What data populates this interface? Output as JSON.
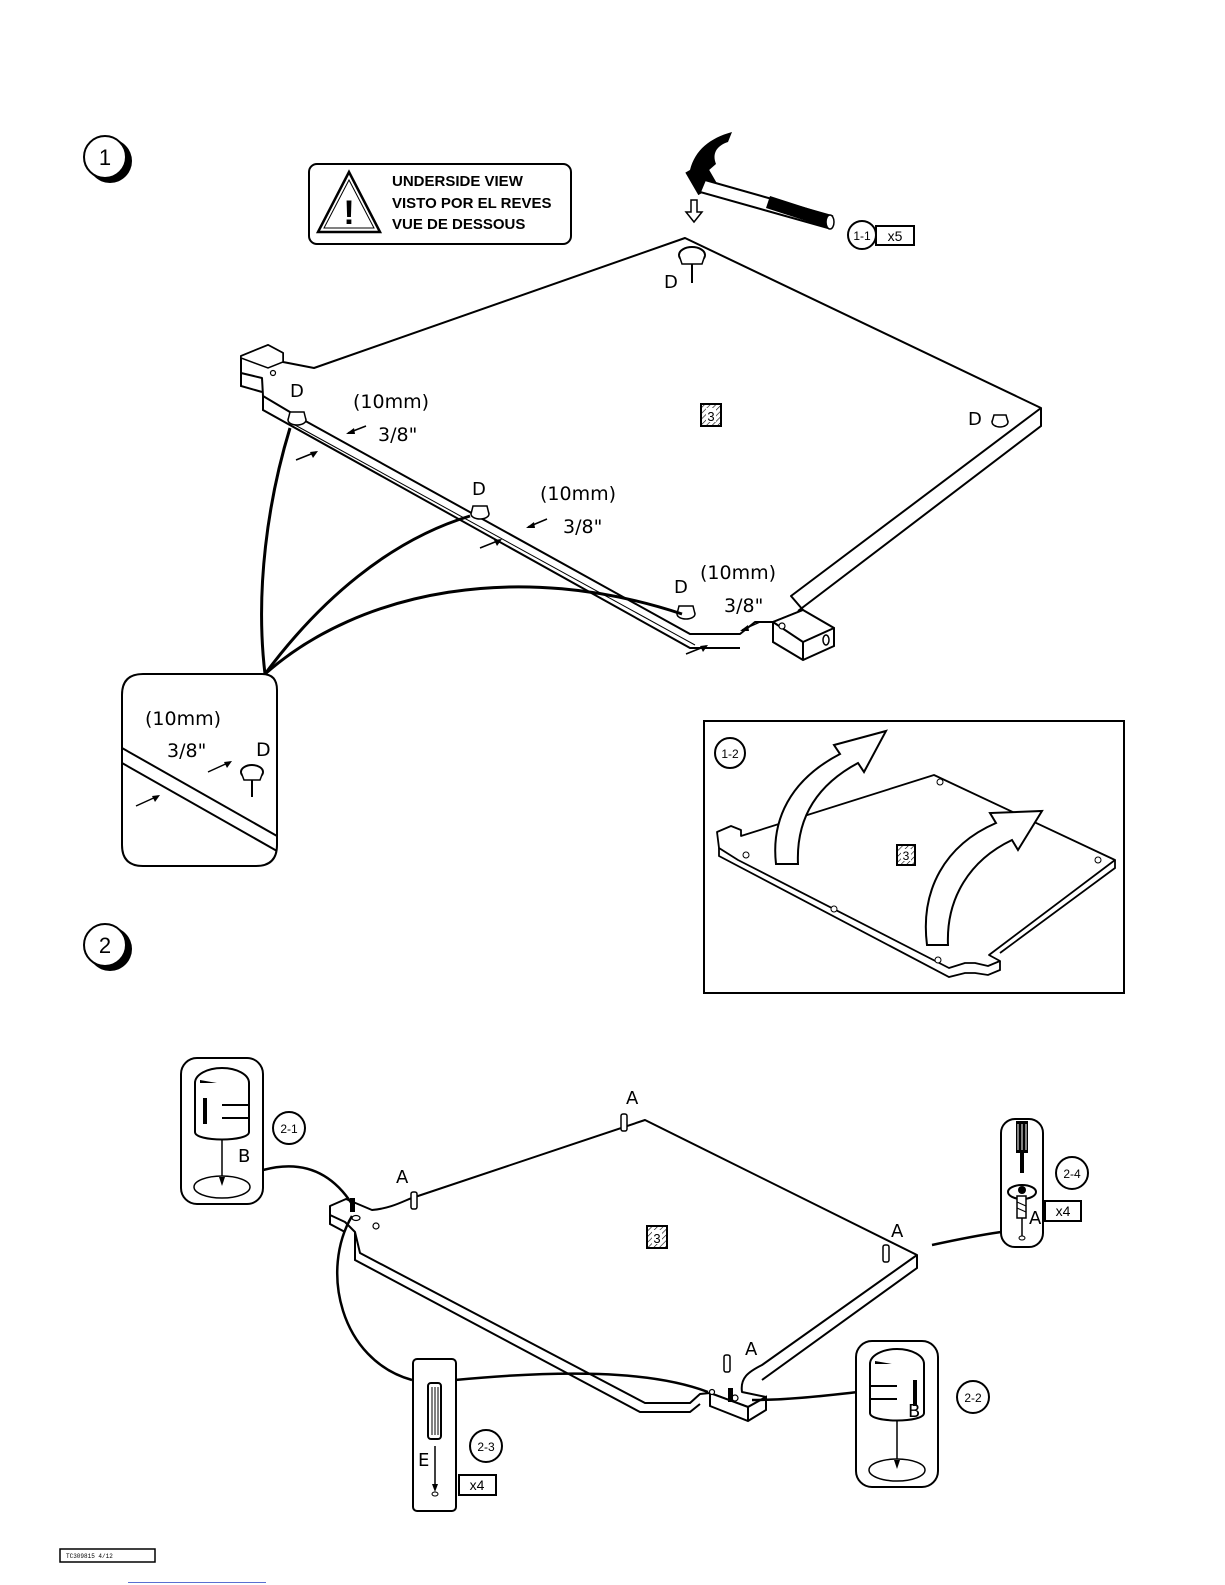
{
  "steps": {
    "step1": "1",
    "step2": "2"
  },
  "warning": {
    "icon": "warning-triangle-icon",
    "line1": "UNDERSIDE VIEW",
    "line2": "VISTO POR EL REVES",
    "line3": "VUE DE DESSOUS",
    "mark": "!"
  },
  "step1": {
    "hammer_ref": "1-1",
    "hammer_qty": "x5",
    "part_id": "3",
    "glide_letter": "D",
    "measure_mm": "(10mm)",
    "measure_in": "3/8\"",
    "detail_mm": "(10mm)",
    "detail_in": "3/8\"",
    "detail_letter": "D",
    "flip_ref": "1-2",
    "flip_part_id": "3"
  },
  "step2": {
    "part_id": "3",
    "dowel_letter": "A",
    "cam_ref_1": "2-1",
    "cam_letter_1": "B",
    "cam_ref_2": "2-2",
    "cam_letter_2": "B",
    "dowel_ref": "2-3",
    "dowel_qty": "x4",
    "dowel_part": "E",
    "screw_ref": "2-4",
    "screw_qty": "x4",
    "screw_letter": "A"
  },
  "footer": {
    "code": "TC309815  4/12"
  }
}
